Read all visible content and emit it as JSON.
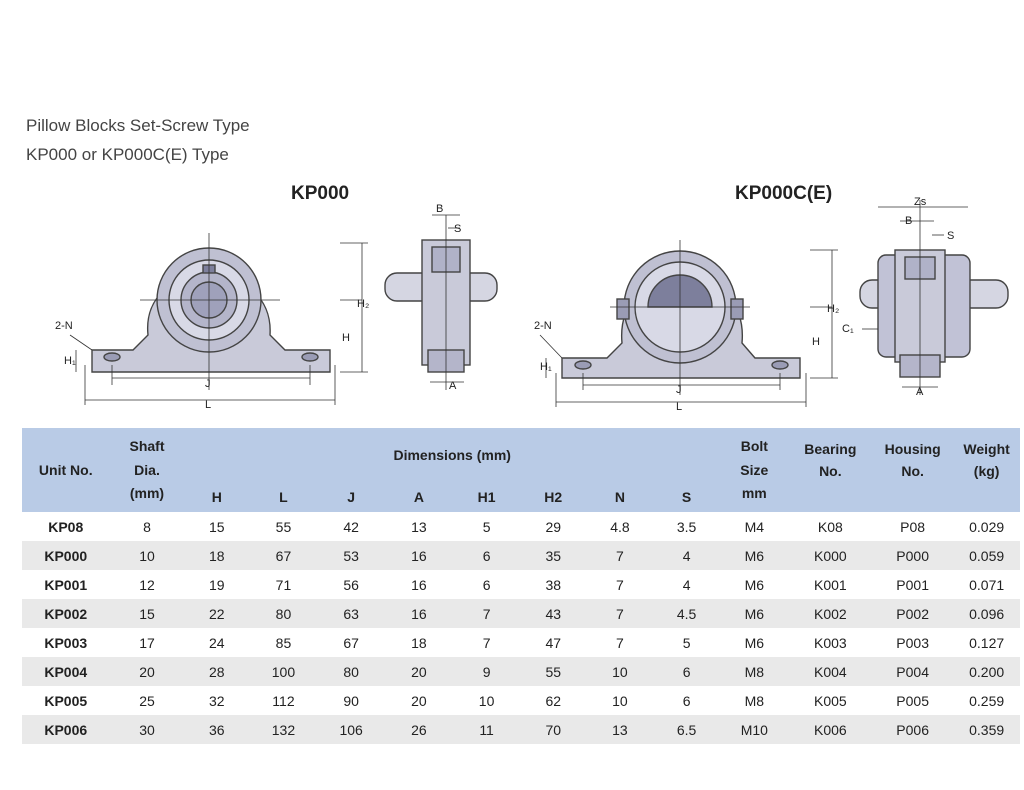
{
  "headings": {
    "line1": "Pillow Blocks Set-Screw Type",
    "line2": "KP000 or KP000C(E)  Type"
  },
  "figures": {
    "left_title": "KP000",
    "right_title": "KP000C(E)",
    "labels": {
      "two_n": "2-N",
      "h1": "H₁",
      "h": "H",
      "h2": "H₂",
      "j": "J",
      "l": "L",
      "b": "B",
      "s": "S",
      "a": "A",
      "zs": "Zs",
      "c1": "C₁"
    }
  },
  "table": {
    "header": {
      "unit": "Unit No.",
      "shaft_line1": "Shaft",
      "shaft_line2": "Dia.",
      "shaft_line3": "(mm)",
      "dimensions": "Dimensions (mm)",
      "dim_cols": [
        "H",
        "L",
        "J",
        "A",
        "H1",
        "H2",
        "N",
        "S"
      ],
      "bolt_line1": "Bolt",
      "bolt_line2": "Size",
      "bolt_line3": "mm",
      "bearing_line1": "Bearing",
      "bearing_line2": "No.",
      "housing_line1": "Housing",
      "housing_line2": "No.",
      "weight_line1": "Weight",
      "weight_line2": "(kg)"
    },
    "rows": [
      [
        "KP08",
        "8",
        "15",
        "55",
        "42",
        "13",
        "5",
        "29",
        "4.8",
        "3.5",
        "M4",
        "K08",
        "P08",
        "0.029"
      ],
      [
        "KP000",
        "10",
        "18",
        "67",
        "53",
        "16",
        "6",
        "35",
        "7",
        "4",
        "M6",
        "K000",
        "P000",
        "0.059"
      ],
      [
        "KP001",
        "12",
        "19",
        "71",
        "56",
        "16",
        "6",
        "38",
        "7",
        "4",
        "M6",
        "K001",
        "P001",
        "0.071"
      ],
      [
        "KP002",
        "15",
        "22",
        "80",
        "63",
        "16",
        "7",
        "43",
        "7",
        "4.5",
        "M6",
        "K002",
        "P002",
        "0.096"
      ],
      [
        "KP003",
        "17",
        "24",
        "85",
        "67",
        "18",
        "7",
        "47",
        "7",
        "5",
        "M6",
        "K003",
        "P003",
        "0.127"
      ],
      [
        "KP004",
        "20",
        "28",
        "100",
        "80",
        "20",
        "9",
        "55",
        "10",
        "6",
        "M8",
        "K004",
        "P004",
        "0.200"
      ],
      [
        "KP005",
        "25",
        "32",
        "112",
        "90",
        "20",
        "10",
        "62",
        "10",
        "6",
        "M8",
        "K005",
        "P005",
        "0.259"
      ],
      [
        "KP006",
        "30",
        "36",
        "132",
        "106",
        "26",
        "11",
        "70",
        "13",
        "6.5",
        "M10",
        "K006",
        "P006",
        "0.359"
      ]
    ]
  },
  "colors": {
    "header_bg": "#b9cbe6",
    "stripe_bg": "#e9e9e9",
    "drawing_fill": "#c9cad9",
    "drawing_stroke": "#444444"
  }
}
